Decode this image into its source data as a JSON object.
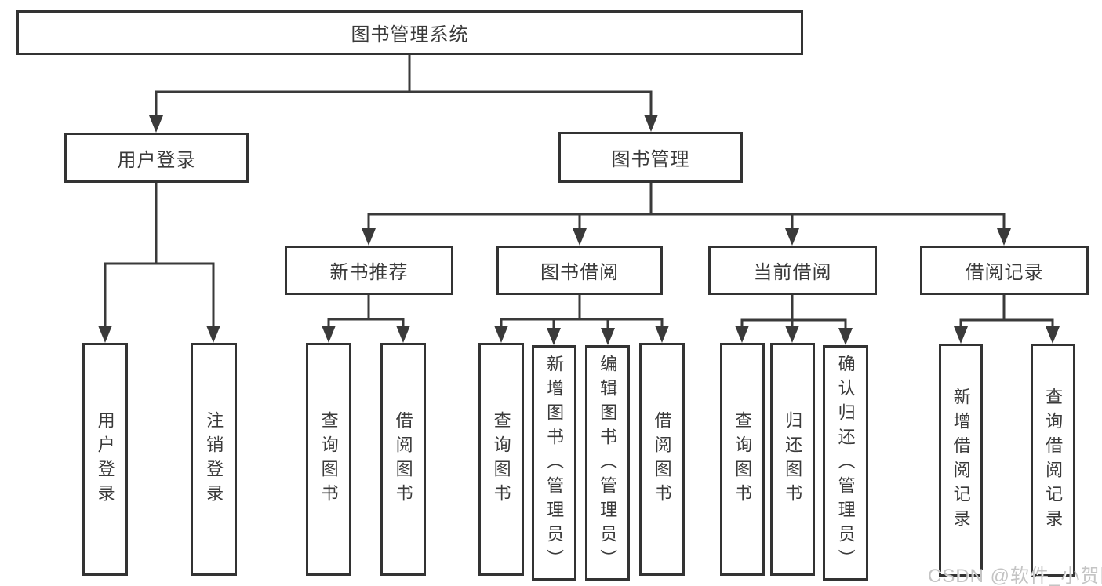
{
  "colors": {
    "line": "#3a3a3a",
    "border": "#333333",
    "text": "#3a3a3a",
    "watermark": "#c4c4c4",
    "background": "#ffffff"
  },
  "watermark": "CSDN @软件_小贺同学",
  "tree": {
    "label": "图书管理系统",
    "children": [
      {
        "label": "用户登录",
        "children": [
          {
            "label": "用户登录"
          },
          {
            "label": "注销登录"
          }
        ]
      },
      {
        "label": "图书管理",
        "children": [
          {
            "label": "新书推荐",
            "children": [
              {
                "label": "查询图书"
              },
              {
                "label": "借阅图书"
              }
            ]
          },
          {
            "label": "图书借阅",
            "children": [
              {
                "label": "查询图书"
              },
              {
                "label": "新增图书（管理员）"
              },
              {
                "label": "编辑图书（管理员）"
              },
              {
                "label": "借阅图书"
              }
            ]
          },
          {
            "label": "当前借阅",
            "children": [
              {
                "label": "查询图书"
              },
              {
                "label": "归还图书"
              },
              {
                "label": "确认归还（管理员）"
              }
            ]
          },
          {
            "label": "借阅记录",
            "children": [
              {
                "label": "新增借阅记录"
              },
              {
                "label": "查询借阅记录"
              }
            ]
          }
        ]
      }
    ]
  }
}
